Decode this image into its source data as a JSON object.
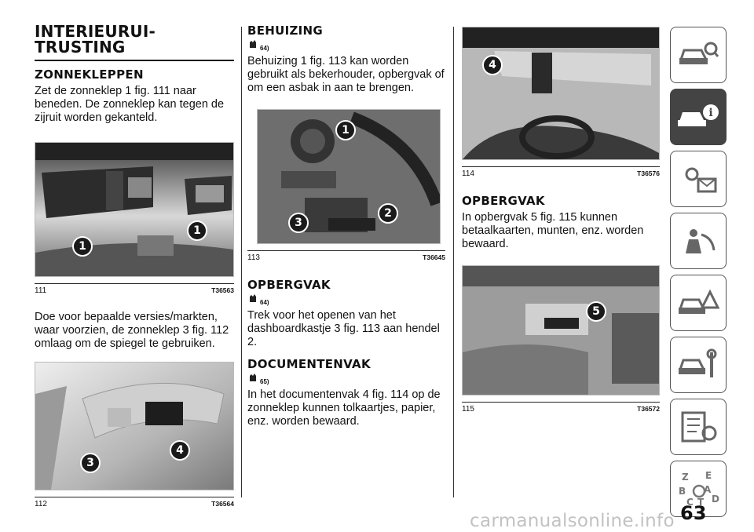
{
  "col1": {
    "title": "INTERIEURUI-\nTRUSTING",
    "subtitle": "ZONNEKLEPPEN",
    "para1": "Zet de zonneklep 1 fig. 111 naar beneden. De zonneklep kan tegen de zijruit worden gekanteld.",
    "fig111": {
      "num": "111",
      "code": "T36563",
      "badges": [
        "1",
        "1"
      ]
    },
    "para2": "Doe voor bepaalde versies/markten, waar voorzien, de zonneklep 3 fig. 112 omlaag om de spiegel te gebruiken.",
    "fig112": {
      "num": "112",
      "code": "T36564",
      "badges": [
        "3",
        "4"
      ]
    }
  },
  "col2": {
    "heading1": "BEHUIZING",
    "ref1": "64)",
    "para1": "Behuizing 1 fig. 113 kan worden gebruikt als bekerhouder, opbergvak of om een asbak in aan te brengen.",
    "fig113": {
      "num": "113",
      "code": "T36645",
      "badges": [
        "1",
        "3",
        "2"
      ]
    },
    "heading2": "OPBERGVAK",
    "ref2": "64)",
    "para2": "Trek voor het openen van het dashboardkastje 3 fig. 113 aan hendel 2.",
    "heading3": "DOCUMENTENVAK",
    "ref3": "65)",
    "para3": "In het documentenvak 4 fig. 114 op de zonneklep kunnen tolkaartjes, papier, enz. worden bewaard."
  },
  "col3": {
    "fig114": {
      "num": "114",
      "code": "T36576",
      "badges": [
        "4"
      ]
    },
    "heading1": "OPBERGVAK",
    "para1": "In opbergvak 5 fig. 115 kunnen betaalkaarten, munten, enz. worden bewaard.",
    "fig115": {
      "num": "115",
      "code": "T36572",
      "badges": [
        "5"
      ]
    }
  },
  "sidebar": {
    "tabs": [
      "car-search-icon",
      "car-info-icon",
      "dashboard-lights-icon",
      "airbag-steering-icon",
      "car-warning-icon",
      "car-service-icon",
      "checklist-gear-icon",
      "alphabet-index-icon"
    ],
    "active_index": 1
  },
  "page_number": "63",
  "watermark": "carmanualsonline.info",
  "colors": {
    "text": "#111111",
    "active_tab": "#444444",
    "watermark": "#c2c2c2"
  }
}
